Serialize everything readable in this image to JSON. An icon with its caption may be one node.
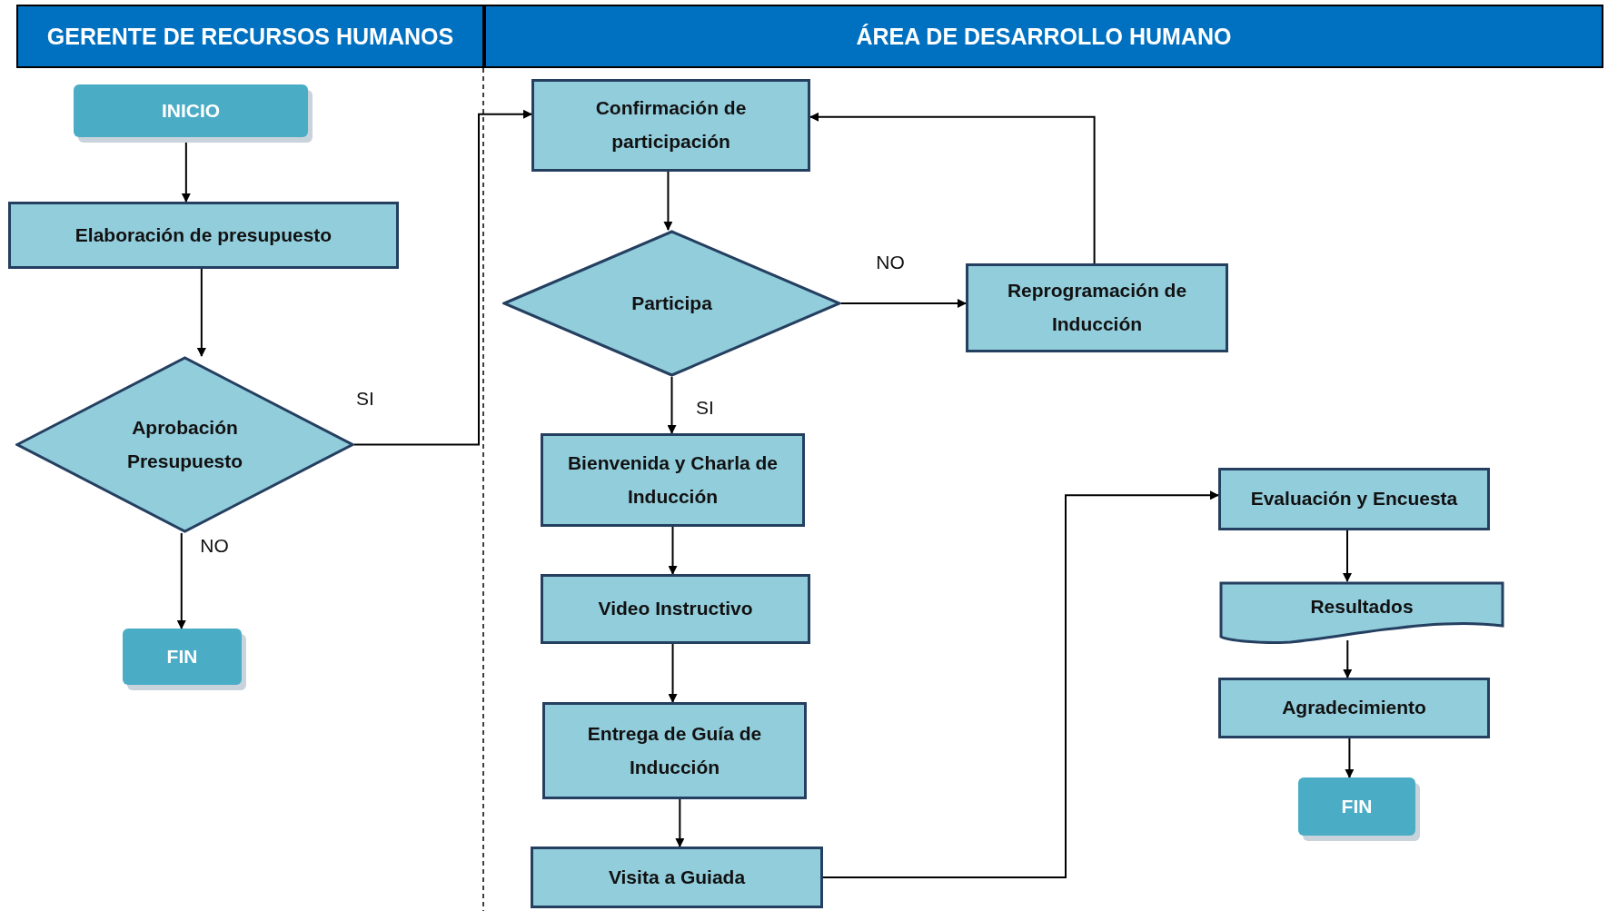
{
  "diagram": {
    "nodes": [
      {
        "text": [
          "GERENTE DE RECURSOS HUMANOS"
        ]
      },
      {
        "text": [
          "ÁREA DE DESARROLLO HUMANO"
        ]
      },
      {
        "text": [
          "INICIO"
        ]
      },
      {
        "text": [
          "Elaboración de presupuesto"
        ]
      },
      {
        "text": [
          "Aprobación Presupuesto"
        ]
      },
      {
        "text": [
          "FIN"
        ]
      },
      {
        "text": [
          "Confirmación de participación"
        ]
      },
      {
        "text": [
          "Participa"
        ]
      },
      {
        "text": [
          "Reprogramación de Inducción"
        ]
      },
      {
        "text": [
          "Bienvenida y Charla de Inducción"
        ]
      },
      {
        "text": [
          "Video Instructivo"
        ]
      },
      {
        "text": [
          "Entrega de Guía de Inducción"
        ]
      },
      {
        "text": [
          "Visita a Guiada"
        ]
      },
      {
        "text": [
          "Evaluación y Encuesta"
        ]
      },
      {
        "text": [
          "Resultados"
        ]
      },
      {
        "text": [
          "Agradecimiento"
        ]
      },
      {
        "text": [
          "FIN"
        ]
      }
    ],
    "edges": [
      {
        "from": 2,
        "to": 3,
        "arrow": "to"
      },
      {
        "from": 3,
        "to": 4,
        "arrow": "to"
      },
      {
        "from": 4,
        "to": 6,
        "label": "SI",
        "arrow": "to"
      },
      {
        "from": 4,
        "to": 5,
        "label": "NO",
        "arrow": "to"
      },
      {
        "from": 6,
        "to": 7,
        "arrow": "to"
      },
      {
        "from": 7,
        "to": 8,
        "label": "NO",
        "arrow": "to"
      },
      {
        "from": 8,
        "to": 6,
        "arrow": "to"
      },
      {
        "from": 7,
        "to": 9,
        "label": "SI",
        "arrow": "to"
      },
      {
        "from": 9,
        "to": 10,
        "arrow": "to"
      },
      {
        "from": 10,
        "to": 11,
        "arrow": "to"
      },
      {
        "from": 11,
        "to": 12,
        "arrow": "to"
      },
      {
        "from": 12,
        "to": 13,
        "arrow": "to"
      },
      {
        "from": 13,
        "to": 14,
        "arrow": "to"
      },
      {
        "from": 14,
        "to": 15,
        "arrow": "to"
      },
      {
        "from": 15,
        "to": 16,
        "arrow": "to"
      }
    ]
  }
}
